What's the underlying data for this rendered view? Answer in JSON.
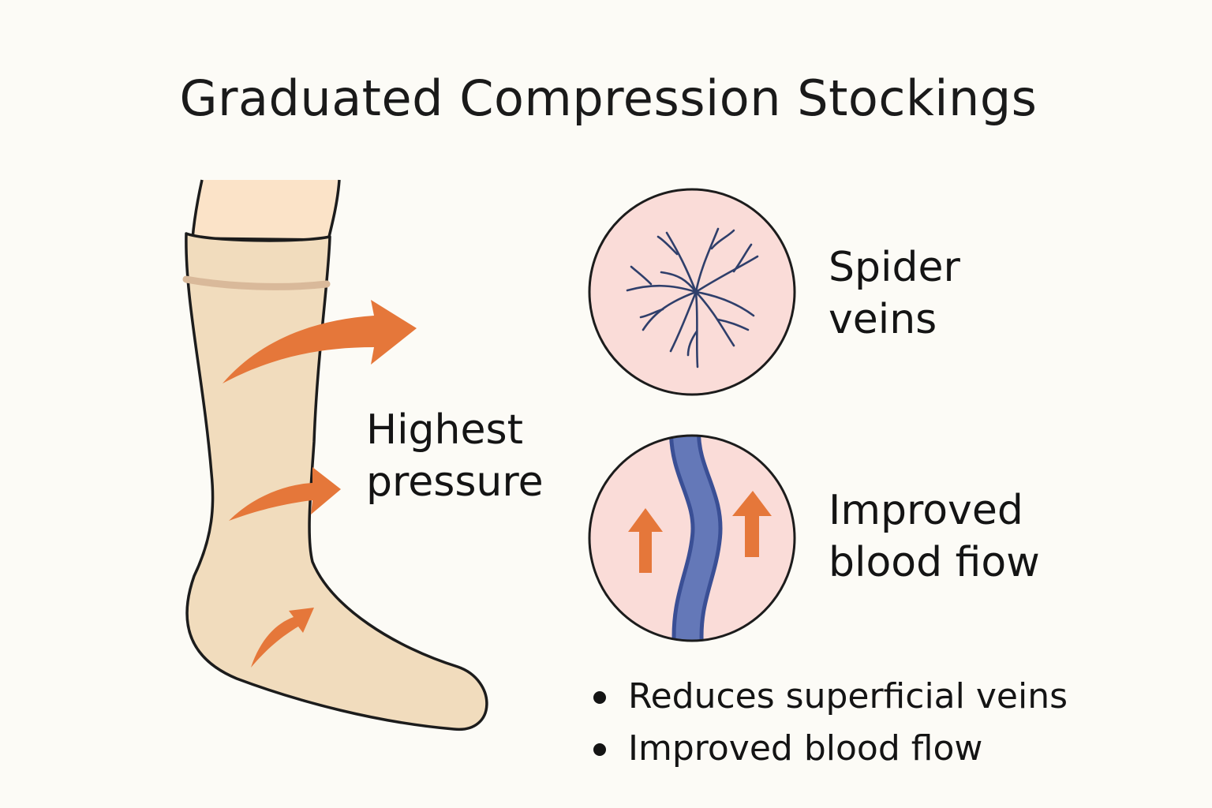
{
  "title": "Graduated Compression Stockings",
  "labels": {
    "highest_pressure": [
      "Highest",
      "pressure"
    ],
    "spider_veins": [
      "Spider",
      "veins"
    ],
    "improved_flow": [
      "Improved",
      "blood fiow"
    ]
  },
  "bullets": [
    "Reduces superficial veins",
    "Improved blood flow"
  ],
  "icons": [
    "leg-icon",
    "compression-stocking-icon",
    "pressure-arrow-icon",
    "spider-veins-icon",
    "vein-blood-flow-icon",
    "up-arrow-icon"
  ],
  "colors": {
    "background": "#fcfbf6",
    "stocking": "#f1dcbd",
    "skin": "#fbe3c8",
    "arrow": "#e5773a",
    "circle_fill": "#fadcd8",
    "vein_line": "#2f3f6b",
    "vein_blue": "#6478b8",
    "vein_blue_dark": "#3a4f95"
  }
}
